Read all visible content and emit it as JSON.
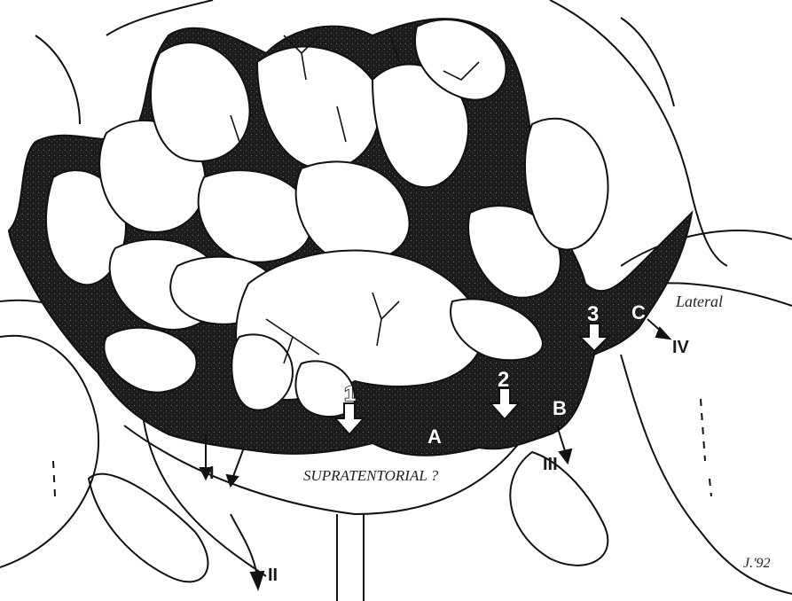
{
  "labels": {
    "numbers": [
      "1",
      "2",
      "3"
    ],
    "letters": [
      "A",
      "B",
      "C"
    ],
    "roman": [
      "I",
      "II",
      "III",
      "IV"
    ]
  },
  "handwritten": {
    "supratentorial": "SUPRATENTORIAL ?",
    "lateral": "Lateral",
    "signature": "J.'92"
  },
  "colors": {
    "ink": "#111111",
    "mass": "#1c1c1c",
    "paper": "#ffffff"
  }
}
